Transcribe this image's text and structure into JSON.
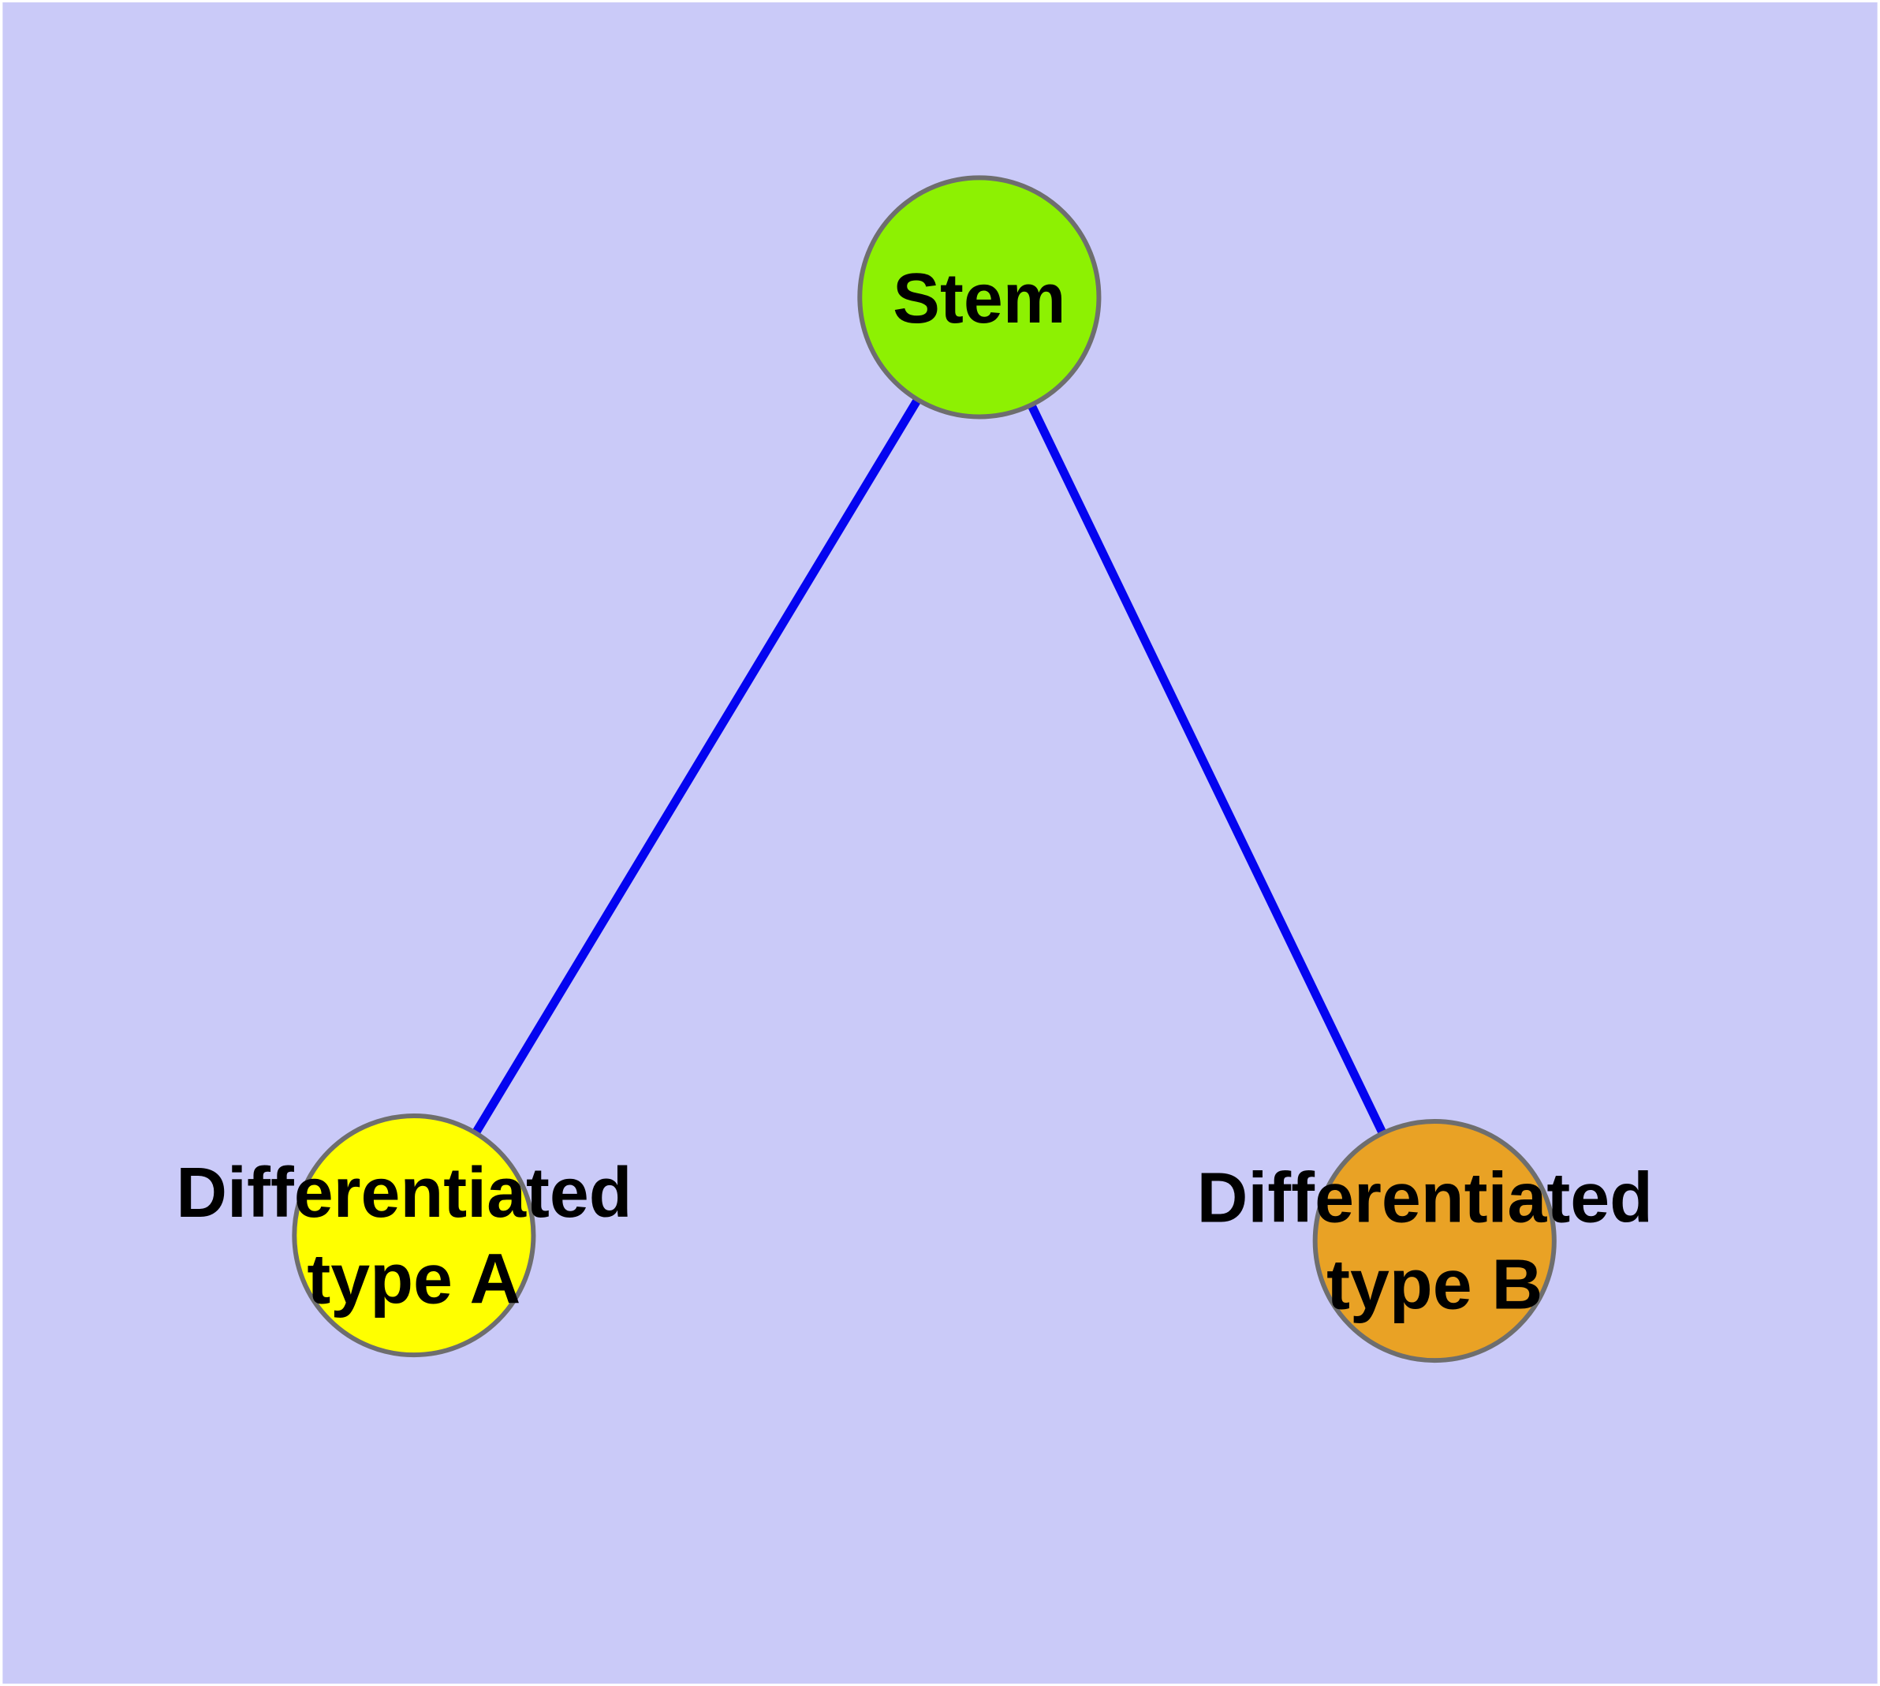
{
  "diagram": {
    "type": "graph",
    "colors": {
      "background": "#CACAF8",
      "edge": "#0404F0",
      "node_border": "#6E6E6E",
      "label_text": "#000000",
      "stem_fill": "#8DF102",
      "type_a_fill": "#FFFF00",
      "type_b_fill": "#E9A225"
    },
    "nodes": [
      {
        "id": "stem",
        "label": "Stem",
        "color": "#8DF102"
      },
      {
        "id": "differentiated-type-a",
        "label": "Differentiated type A",
        "label_lines": [
          "Differentiated",
          "type A"
        ],
        "color": "#FFFF00"
      },
      {
        "id": "differentiated-type-b",
        "label": "Differentiated type B",
        "label_lines": [
          "Differentiated",
          "type B"
        ],
        "color": "#E9A225"
      }
    ],
    "edges": [
      {
        "from": "stem",
        "to": "differentiated-type-a",
        "color": "#0404F0"
      },
      {
        "from": "stem",
        "to": "differentiated-type-b",
        "color": "#0404F0"
      }
    ]
  }
}
